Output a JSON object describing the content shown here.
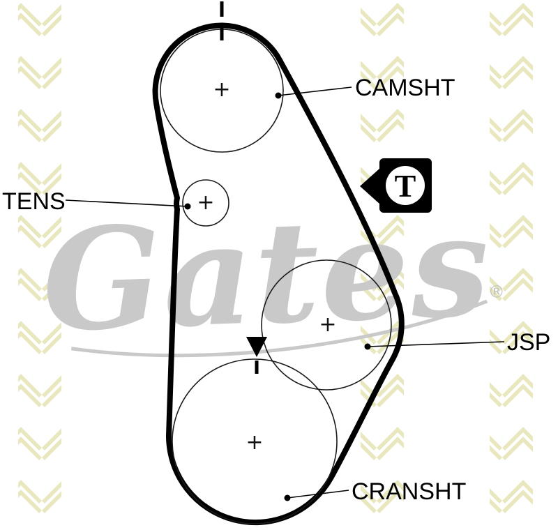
{
  "watermark": {
    "text": "Gates",
    "registered": "®"
  },
  "diagram": {
    "labels": {
      "camshaft": "CAMSHT",
      "tensioner": "TENS",
      "jsp": "JSP",
      "crankshaft": "CRANSHT"
    },
    "t_marker": {
      "label": "T"
    },
    "center_mark": "+",
    "colors": {
      "belt": "#000000",
      "outline": "#1a1a1a",
      "watermark_text": "#c9c9c9",
      "chevron": "#e8e7bd"
    }
  }
}
